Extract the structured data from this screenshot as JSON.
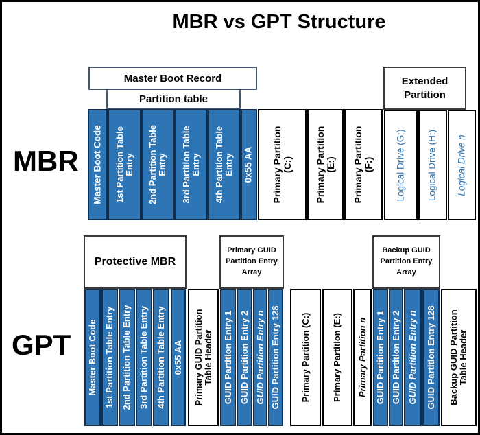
{
  "title": "MBR vs GPT Structure",
  "colors": {
    "cell_blue": "#2E75B6",
    "drive_text_blue": "#2E74B5",
    "box_border_navy": "#44546a",
    "box_border_dark": "#3b3b3b"
  },
  "mbr": {
    "label": "MBR",
    "headers": {
      "master_boot_record": "Master Boot Record",
      "partition_table": "Partition table",
      "extended_partition": "Extended Partition"
    },
    "cells": [
      "Master Boot Code",
      "1st Partition Table Entry",
      "2nd Partition Table Entry",
      "3rd Partition Table Entry",
      "4th Partition Table Entry",
      "0x55 AA"
    ],
    "primary_partitions": [
      "Primary Partition (C:)",
      "Primary Partition (E:)",
      "Primary Partition (F:)"
    ],
    "logical_drives": [
      "Logical Drive (G:)",
      "Logical Drive (H:)",
      "Logical Drive n"
    ]
  },
  "gpt": {
    "label": "GPT",
    "headers": {
      "protective_mbr": "Protective MBR",
      "primary_guid_array": "Primary GUID Partition Entry Array",
      "backup_guid_array": "Backup GUID Partition Entry Array"
    },
    "protective_cells": [
      "Master Boot Code",
      "1st Partition Table Entry",
      "2nd Partition Table Entry",
      "3rd Partition Table Entry",
      "4th Partition Table Entry",
      "0x55 AA"
    ],
    "primary_table_header": "Primary GUID Partition Table Header",
    "primary_entries": [
      "GUID Partition Entry 1",
      "GUID Partition Entry 2",
      "GUID Partition Entry n",
      "GUID Partition Entry 128"
    ],
    "partitions": [
      "Primary Partition (C:)",
      "Primary Partition (E:)",
      "Primary Partition n"
    ],
    "backup_entries": [
      "GUID Partition Entry 1",
      "GUID Partition Entry 2",
      "GUID Partition Entry n",
      "GUID Partition Entry 128"
    ],
    "backup_table_header": "Backup GUID Partition Table Header"
  }
}
